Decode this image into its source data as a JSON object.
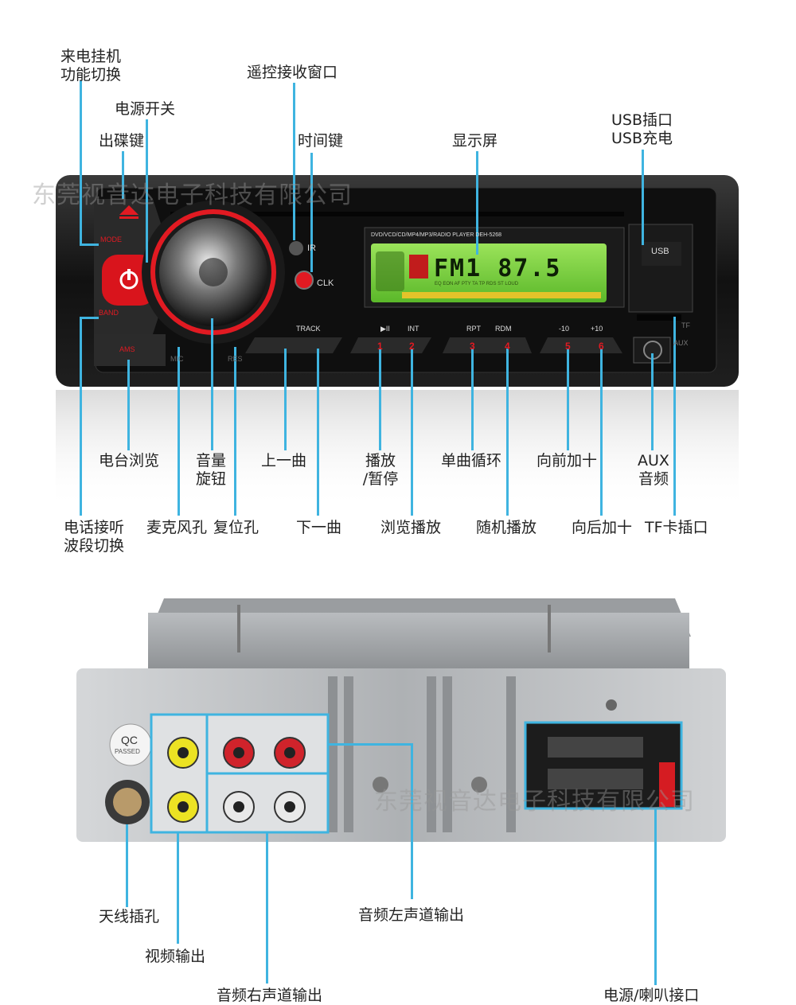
{
  "watermark": "东莞视音达电子科技有限公司",
  "front": {
    "labels": {
      "mode_switch": "来电挂机\n功能切换",
      "power_switch": "电源开关",
      "eject": "出碟键",
      "ir_window": "遥控接收窗口",
      "time_key": "时间键",
      "display": "显示屏",
      "usb": "USB插口\nUSB充电",
      "station_browse": "电台浏览",
      "volume_knob": "音量\n旋钮",
      "prev_track": "上一曲",
      "play_pause": "播放\n/暂停",
      "repeat_one": "单曲循环",
      "forward_10": "向前加十",
      "aux": "AUX\n音频",
      "phone_band": "电话接听\n波段切换",
      "mic_hole": "麦克风孔",
      "reset_hole": "复位孔",
      "next_track": "下一曲",
      "browse_play": "浏览播放",
      "random_play": "随机播放",
      "back_10": "向后加十",
      "tf_slot": "TF卡插口"
    },
    "panel": {
      "mode": "MODE",
      "band": "BAND",
      "ams": "AMS",
      "mic": "MIC",
      "rest": "RES",
      "ir": "IR",
      "clk": "CLK",
      "track": "TRACK",
      "model_line": "DVD/VCD/CD/MP4/MP3/RADIO  PLAYER   DEH-5268",
      "lcd_text": "FM1 87.5",
      "lcd_sub": "EQ  EON  AF  PTY  TA  TP  RDS  ST  LOUD",
      "usb": "USB",
      "tf": "TF",
      "aux": "AUX",
      "btn_labels": [
        "▶II",
        "INT",
        "RPT",
        "RDM",
        "-10",
        "+10"
      ],
      "btn_numbers": [
        "1",
        "2",
        "3",
        "4",
        "5",
        "6"
      ]
    }
  },
  "back": {
    "labels": {
      "antenna": "天线插孔",
      "video_out": "视频输出",
      "audio_left": "音频左声道输出",
      "audio_right": "音频右声道输出",
      "power_speaker": "电源/喇叭接口"
    },
    "qc": "QC",
    "qc_sub": "PASSED"
  },
  "colors": {
    "accent_line": "#3fb4e0",
    "panel_red": "#e11a22",
    "lcd_green": "#7ed63a"
  }
}
